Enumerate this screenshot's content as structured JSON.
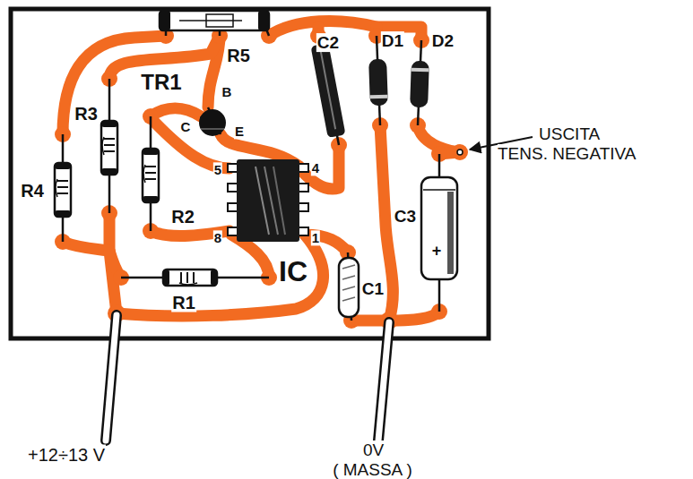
{
  "diagram": {
    "labels": [
      "R5",
      "TR1",
      "B",
      "C",
      "E",
      "C2",
      "D1",
      "D2",
      "R3",
      "R4",
      "R2",
      "5",
      "4",
      "8",
      "1",
      "IC",
      "R1",
      "C1",
      "C3",
      "+",
      "USCITA TENS. NEGATIVA",
      "+12÷13 V",
      "0V ( MASSA )"
    ]
  }
}
